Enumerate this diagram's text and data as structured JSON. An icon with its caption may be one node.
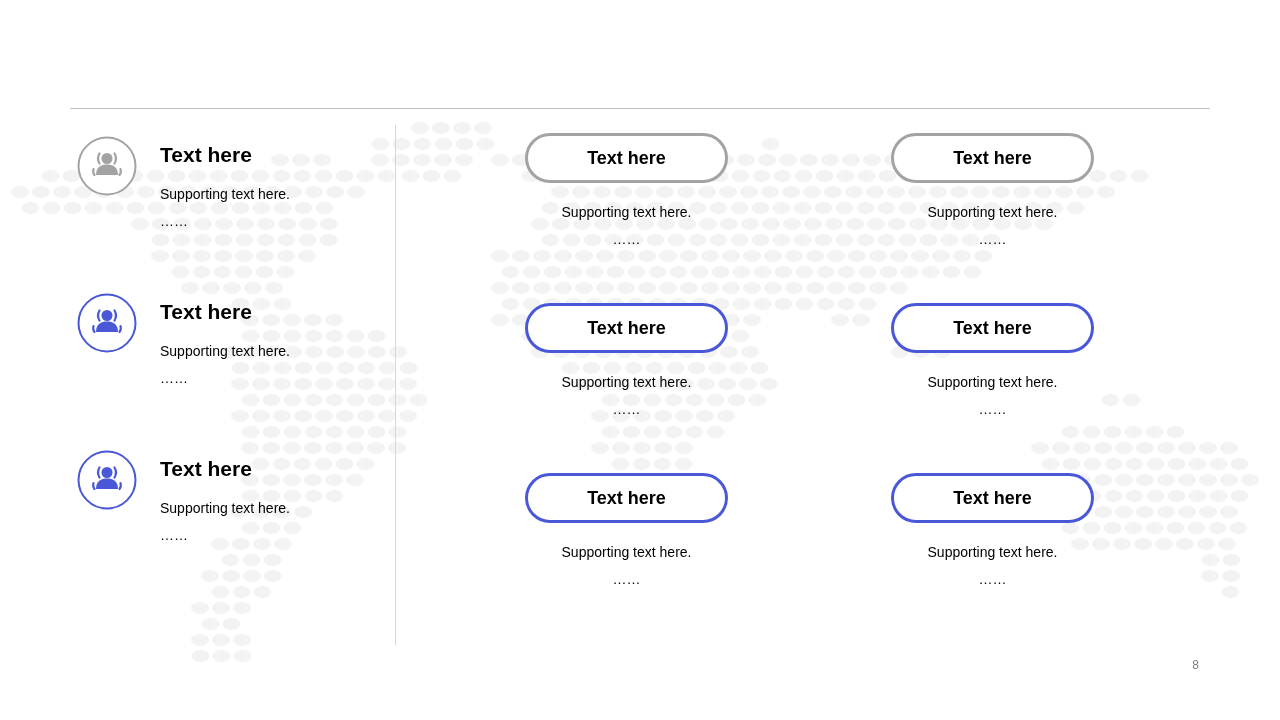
{
  "diagram": {
    "nodes": [
      {
        "text": [
          "Text here"
        ],
        "beside": [
          "Supporting text here.",
          "……"
        ]
      },
      {
        "text": [
          "Text here"
        ],
        "beside": [
          "Supporting text here.",
          "……"
        ]
      },
      {
        "text": [
          "Text here"
        ],
        "beside": [
          "Supporting text here.",
          "……"
        ]
      },
      {
        "text": [
          "Text here"
        ],
        "beside": [
          "Supporting text here.",
          "……"
        ]
      },
      {
        "text": [
          "Text here"
        ],
        "beside": [
          "Supporting text here.",
          "……"
        ]
      },
      {
        "text": [
          "Text here"
        ],
        "beside": [
          "Supporting text here.",
          "……"
        ]
      }
    ],
    "labels": [
      "Text here",
      "Supporting text here.",
      "……",
      "Text here",
      "Supporting text here.",
      "……",
      "Text here",
      "Supporting text here.",
      "……",
      "8"
    ]
  }
}
